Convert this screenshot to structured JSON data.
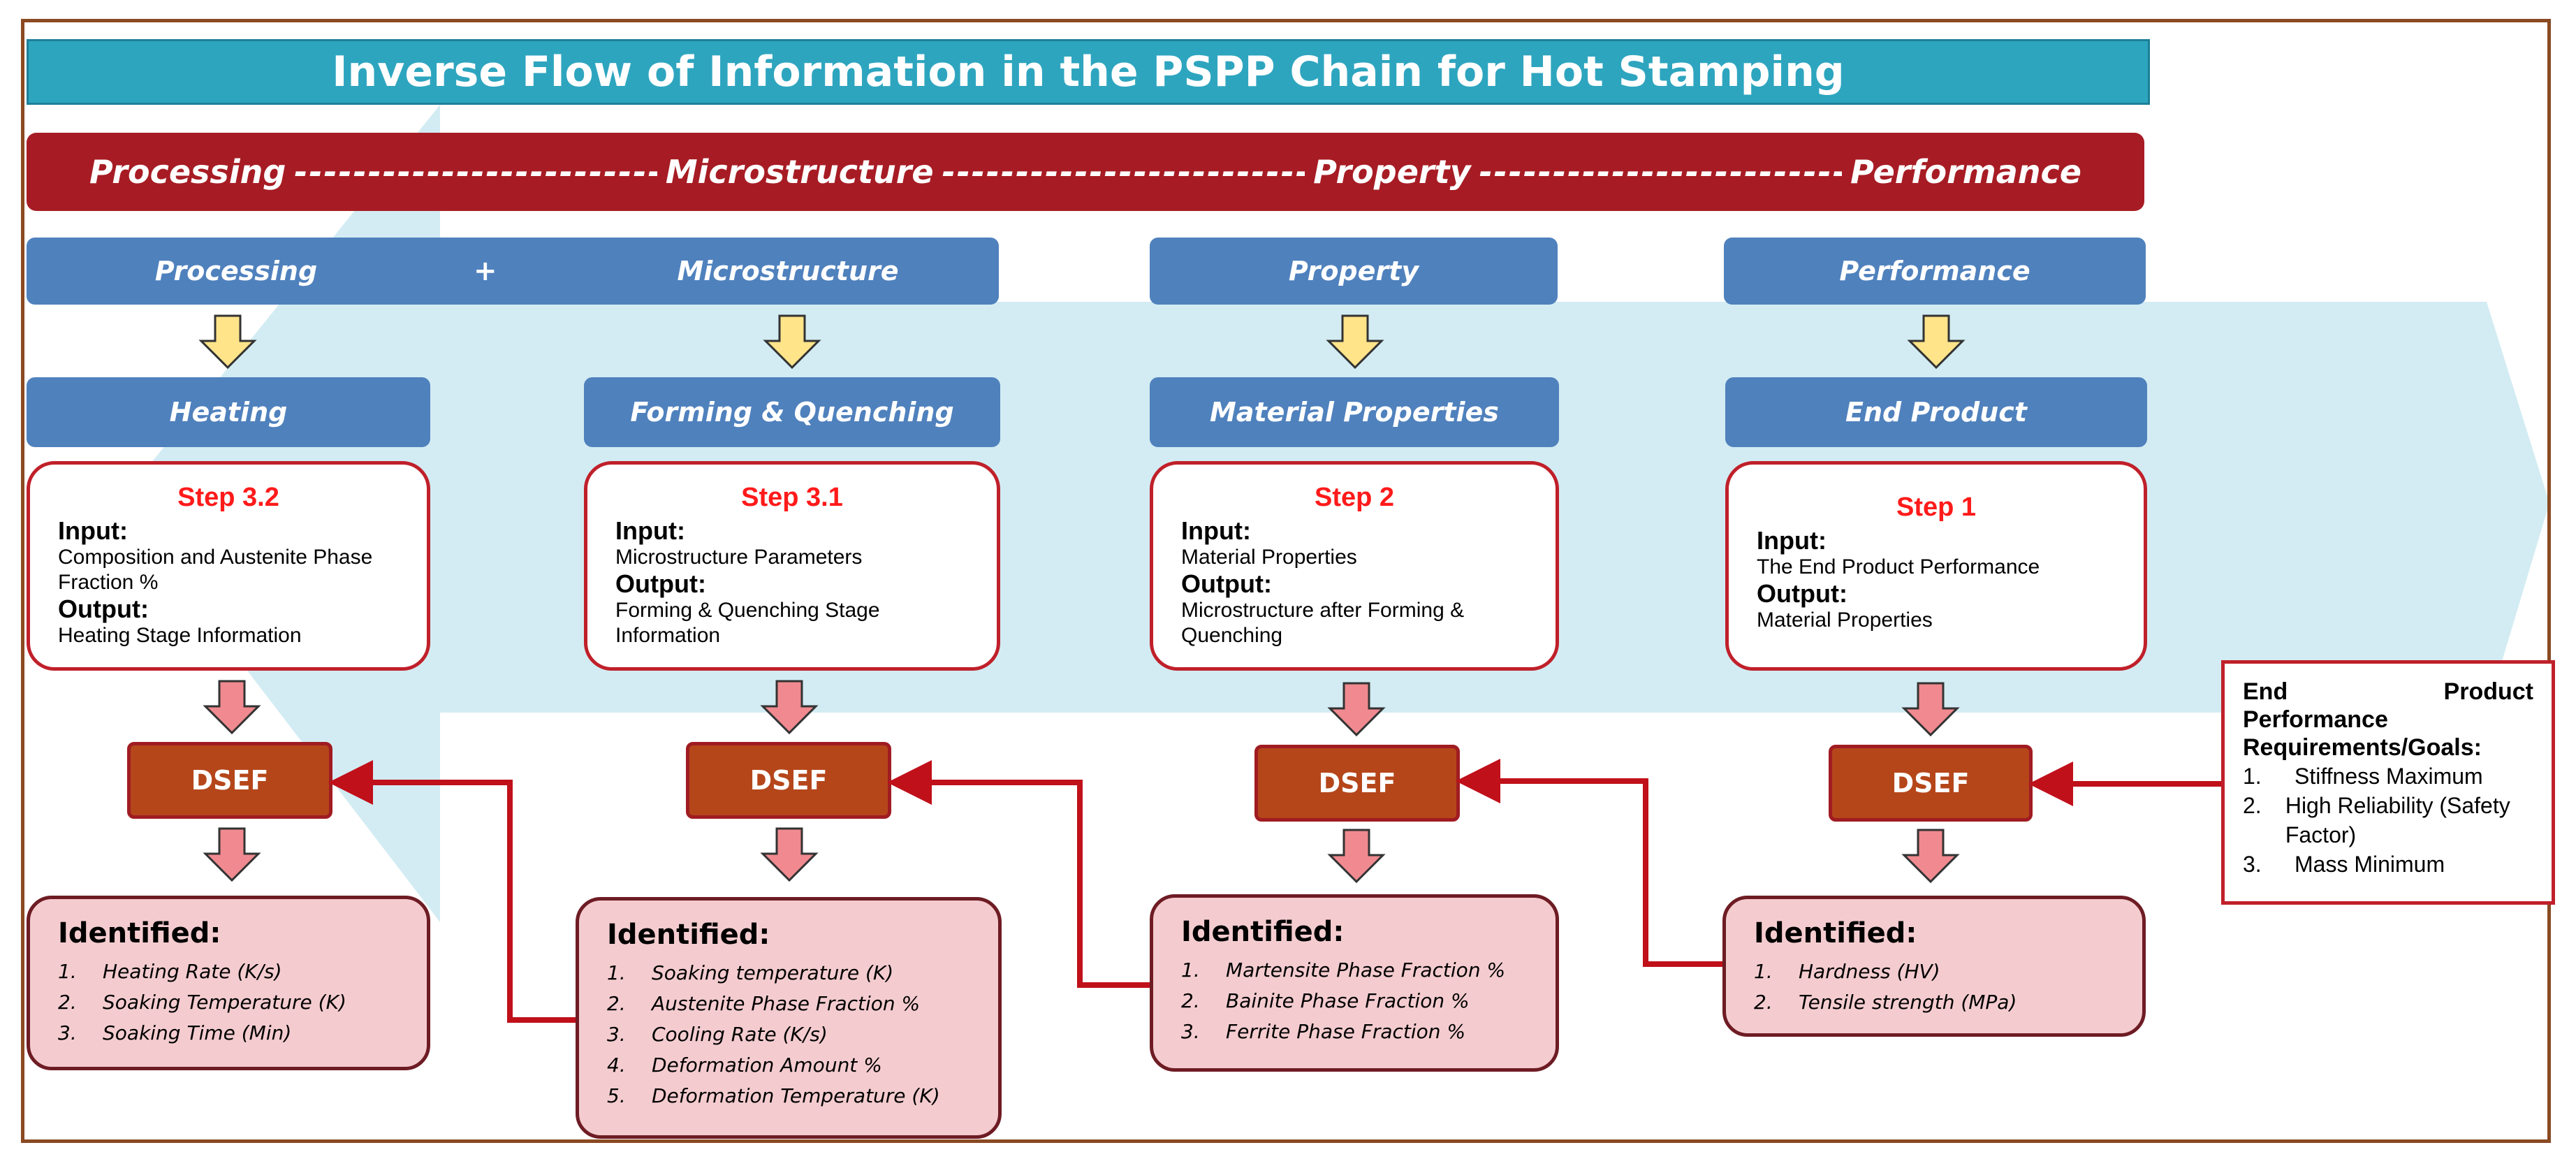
{
  "title": "Inverse Flow of Information in the PSPP Chain for Hot Stamping",
  "chain": [
    "Processing",
    "Microstructure",
    "Property",
    "Performance"
  ],
  "heads": {
    "processing": "Processing",
    "plus": "+",
    "microstructure": "Microstructure",
    "property": "Property",
    "performance": "Performance"
  },
  "stages": [
    "Heating",
    "Forming & Quenching",
    "Material Properties",
    "End Product"
  ],
  "steps": [
    {
      "title": "Step 3.2",
      "input_label": "Input:",
      "input": "Composition and Austenite Phase Fraction %",
      "output_label": "Output:",
      "output": "Heating Stage Information"
    },
    {
      "title": "Step 3.1",
      "input_label": "Input:",
      "input": "Microstructure Parameters",
      "output_label": "Output:",
      "output": "Forming & Quenching Stage Information"
    },
    {
      "title": "Step 2",
      "input_label": "Input:",
      "input": "Material Properties",
      "output_label": "Output:",
      "output": "Microstructure after Forming & Quenching"
    },
    {
      "title": "Step 1",
      "input_label": "Input:",
      "input": "The End Product Performance",
      "output_label": "Output:",
      "output": "Material Properties"
    }
  ],
  "dsef_label": "DSEF",
  "identified": [
    {
      "title": "Identified:",
      "items": [
        "Heating Rate (K/s)",
        "Soaking Temperature (K)",
        "Soaking Time (Min)"
      ]
    },
    {
      "title": "Identified:",
      "items": [
        "Soaking temperature (K)",
        "Austenite Phase Fraction %",
        "Cooling Rate (K/s)",
        "Deformation Amount %",
        "Deformation Temperature (K)"
      ]
    },
    {
      "title": "Identified:",
      "items": [
        "Martensite Phase Fraction %",
        "Bainite Phase Fraction %",
        "Ferrite Phase Fraction %"
      ]
    },
    {
      "title": "Identified:",
      "items": [
        "Hardness (HV)",
        "Tensile strength (MPa)"
      ]
    }
  ],
  "requirements": {
    "heading_left": "End",
    "heading_right": "Product",
    "heading2": "Performance",
    "heading3": "Requirements/Goals:",
    "items": [
      "Stiffness Maximum",
      "High Reliability (Safety Factor)",
      "Mass Minimum"
    ]
  },
  "colors": {
    "title_bar": "#2ea5bf",
    "chain_bar": "#a71c24",
    "blue_head": "#4f81bd",
    "dsef": "#b5461a",
    "identified_bg": "#f4cccf",
    "arrow_bg": "#d3ecf3",
    "yellow_arrow": "#ffe48a",
    "pink_arrow": "#f08a90"
  }
}
